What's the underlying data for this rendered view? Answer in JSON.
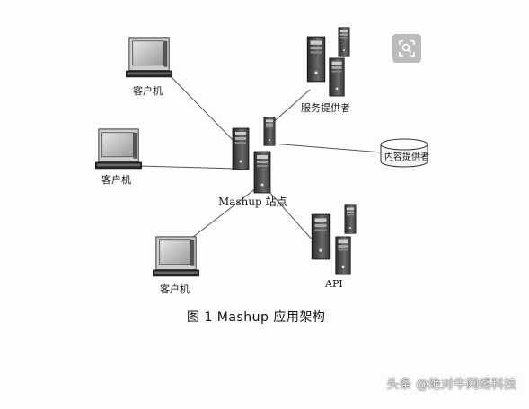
{
  "diagram": {
    "center_label": "Mashup 站点",
    "client_labels": [
      "客户机",
      "客户机",
      "客户机"
    ],
    "service_provider_label": "服务提供者",
    "content_provider_label": "内容提供者",
    "api_label": "API"
  },
  "caption": "图 1   Mashup 应用架构",
  "watermark": "头条 @绝对牛网络科技",
  "lens_button": {
    "icon": "search-zoom-icon"
  }
}
